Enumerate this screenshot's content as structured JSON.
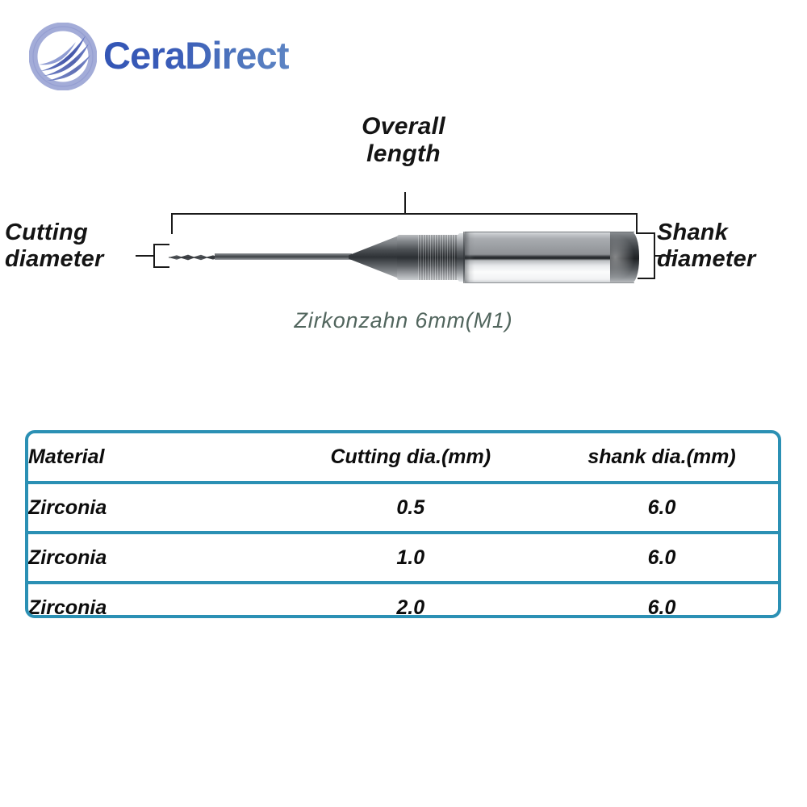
{
  "brand": {
    "name": "CeraDirect",
    "logo_icon": "ceradirect-circular-feather-logo",
    "wordmark_color_start": "#3355b5",
    "wordmark_color_end": "#5e85c4",
    "mark_ring_color": "#9aa5d4",
    "mark_stroke_color": "#4a5fae"
  },
  "diagram": {
    "overall_length_label": "Overall\nlength",
    "overall_length_label_line1": "Overall",
    "overall_length_label_line2": "length",
    "cutting_diameter_label_line1": "Cutting",
    "cutting_diameter_label_line2": "diameter",
    "shank_diameter_label_line1": "Shank",
    "shank_diameter_label_line2": "diameter",
    "product_caption": "Zirkonzahn 6mm(M1)",
    "caption_color": "#51655d",
    "line_color": "#1a1a1a",
    "tool_icon": "dental-milling-bur"
  },
  "table": {
    "border_color": "#2b90b4",
    "headers": [
      "Material",
      "Cutting dia.(mm)",
      "shank dia.(mm)"
    ],
    "rows": [
      {
        "material": "Zirconia",
        "cutting_dia": "0.5",
        "shank_dia": "6.0"
      },
      {
        "material": "Zirconia",
        "cutting_dia": "1.0",
        "shank_dia": "6.0"
      },
      {
        "material": "Zirconia",
        "cutting_dia": "2.0",
        "shank_dia": "6.0"
      }
    ]
  }
}
